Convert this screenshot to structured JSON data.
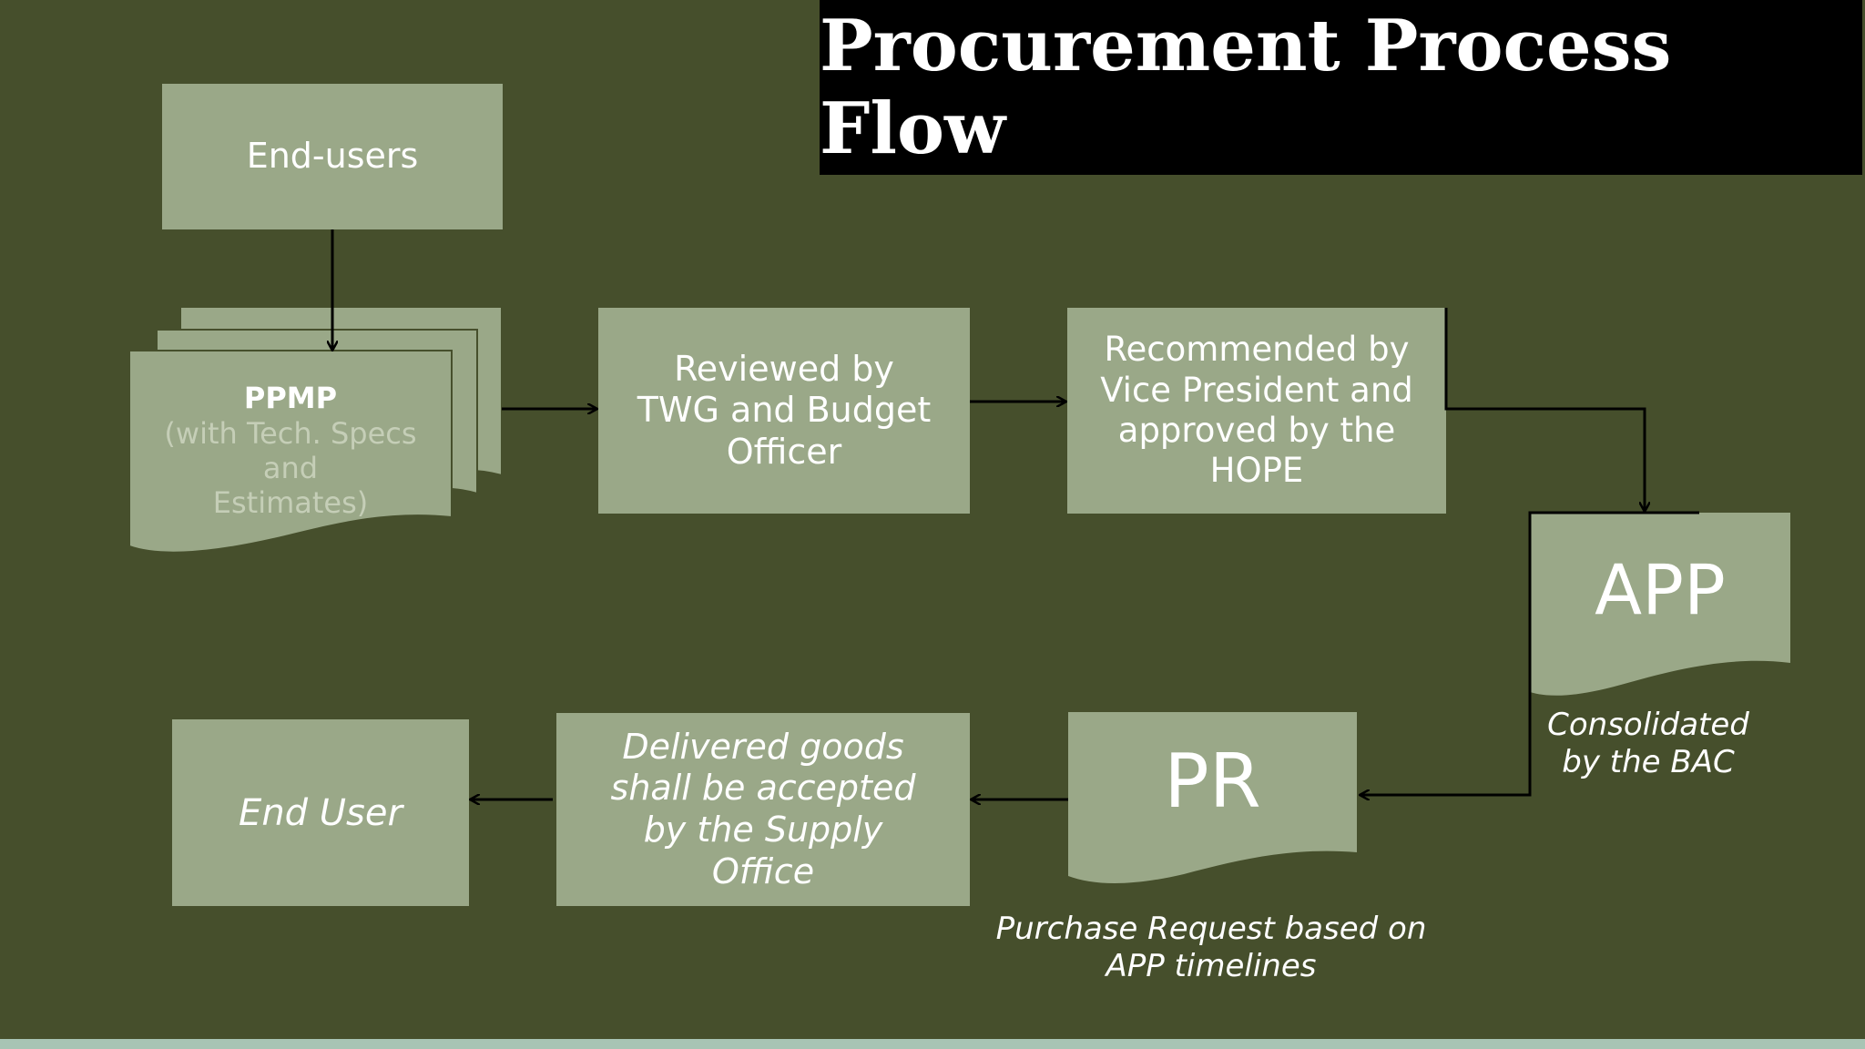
{
  "title": "Procurement Process Flow",
  "colors": {
    "background": "#464f2c",
    "box": "#9aa888",
    "title_bar": "#000000",
    "arrow": "#000000",
    "text": "#ffffff",
    "bottom_stripe": "#a8c4b4"
  },
  "nodes": {
    "end_users": "End-users",
    "ppmp": {
      "title": "PPMP",
      "line1": "(with Tech. Specs",
      "line2": "and",
      "line3": "Estimates)"
    },
    "reviewed": [
      "Reviewed by",
      "TWG and Budget",
      "Officer"
    ],
    "recommended": [
      "Recommended by",
      "Vice President and",
      "approved by the",
      "HOPE"
    ],
    "app": "APP",
    "pr": "PR",
    "delivered": [
      "Delivered goods",
      "shall be accepted",
      "by the Supply",
      "Office"
    ],
    "end_user": "End User"
  },
  "captions": {
    "app": [
      "Consolidated",
      "by the BAC"
    ],
    "pr": [
      "Purchase Request based on",
      "APP timelines"
    ]
  }
}
